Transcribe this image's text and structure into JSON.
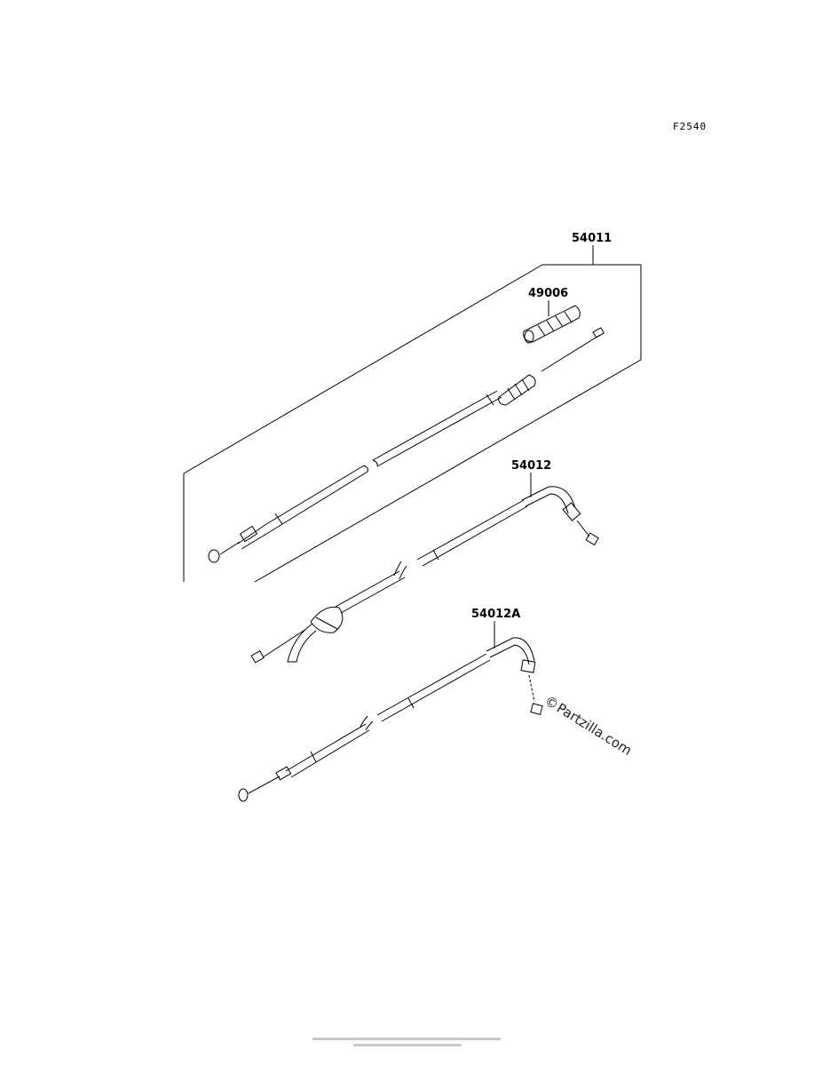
{
  "figure_id": "F2540",
  "parts": [
    {
      "number": "54011"
    },
    {
      "number": "49006"
    },
    {
      "number": "54012"
    },
    {
      "number": "54012A"
    }
  ],
  "watermark": {
    "symbol": "©",
    "text": "Partzilla.com"
  }
}
